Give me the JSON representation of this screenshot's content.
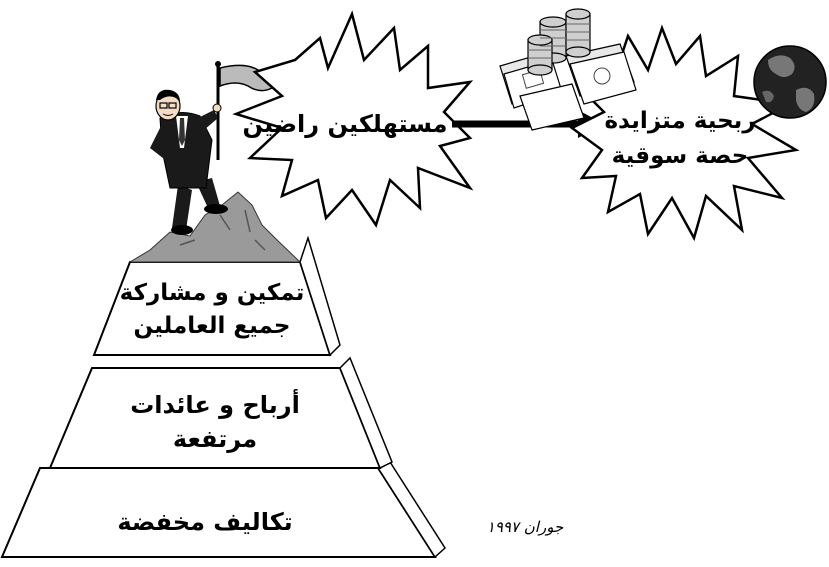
{
  "pyramid": {
    "top": {
      "line1": "تمكين و مشاركة",
      "line2": "جميع العاملين"
    },
    "middle": {
      "line1": "أرباح و عائدات",
      "line2": "مرتفعة"
    },
    "bottom": {
      "line1": "تكاليف مخفضة"
    }
  },
  "burst_left": {
    "label": "مستهلكين راضين"
  },
  "burst_right": {
    "line1": "ربحية متزايدة",
    "line2": "حصة سوقية"
  },
  "credit": "جوران ١٩٩٧",
  "icons": [
    "businessman-flag-icon",
    "money-stack-icon",
    "globe-icon",
    "arrow-right-icon"
  ],
  "colors": {
    "stroke": "#000000",
    "fill": "#ffffff",
    "rock": "#9a9a9a",
    "suit": "#1a1a1a"
  }
}
